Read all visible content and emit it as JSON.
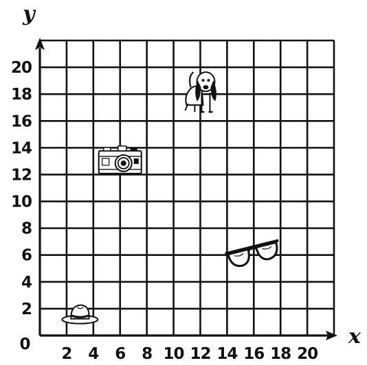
{
  "axes": {
    "x_name": "x",
    "y_name": "y",
    "origin_label": "0",
    "x_ticks": [
      "2",
      "4",
      "6",
      "8",
      "10",
      "12",
      "14",
      "16",
      "18",
      "20"
    ],
    "y_ticks": [
      "2",
      "4",
      "6",
      "8",
      "10",
      "12",
      "14",
      "16",
      "18",
      "20"
    ],
    "x_range": [
      0,
      22
    ],
    "y_range": [
      0,
      22
    ],
    "grid_step": 2,
    "grid": true
  },
  "objects": [
    {
      "name": "hat",
      "icon": "hat-icon",
      "x": 3,
      "y": 1.5
    },
    {
      "name": "camera",
      "icon": "camera-icon",
      "x": 6,
      "y": 13
    },
    {
      "name": "dog",
      "icon": "dog-icon",
      "x": 12,
      "y": 18
    },
    {
      "name": "sunglasses",
      "icon": "sunglasses-icon",
      "x": 16,
      "y": 6
    }
  ]
}
